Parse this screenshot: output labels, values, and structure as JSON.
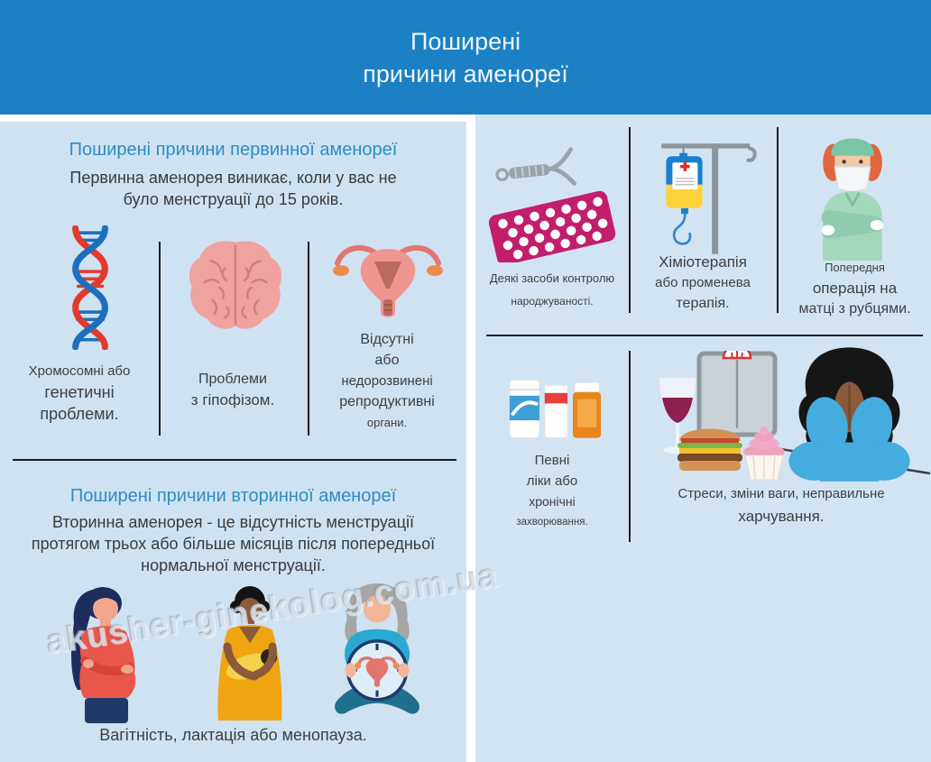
{
  "title": {
    "line1": "Поширені",
    "line2": "причини аменореї"
  },
  "primary_section": {
    "heading": "Поширені причини первинної аменореї",
    "description_line1": "Первинна аменорея виникає, коли у вас не",
    "description_line2": "було менструації до 15 років.",
    "causes": [
      {
        "icon": "dna-icon",
        "lines": [
          "Хромосомні або",
          "генетичні",
          "проблеми."
        ]
      },
      {
        "icon": "brain-icon",
        "lines": [
          "Проблеми",
          "з гіпофізом."
        ]
      },
      {
        "icon": "uterus-icon",
        "lines": [
          "Відсутні",
          "або",
          "недорозвинені",
          "репродуктивні",
          "органи."
        ]
      }
    ]
  },
  "secondary_section": {
    "heading": "Поширені причини вторинної аменореї",
    "description_line1": "Вторинна аменорея - це відсутність менструації",
    "description_line2": "протягом трьох або більше місяців після попередньої",
    "description_line3": "нормальної менструації.",
    "figures": [
      "pregnant-woman-icon",
      "breastfeeding-woman-icon",
      "menopause-woman-icon"
    ],
    "caption": "Вагітність, лактація або менопауза."
  },
  "right_top_section": {
    "causes": [
      {
        "icon": "iud-and-pill-pack-icon",
        "lines": [
          "Деякі засоби контролю",
          "народжуваності."
        ]
      },
      {
        "icon": "iv-chemotherapy-icon",
        "lines": [
          "Хіміотерапія",
          "або променева",
          "терапія."
        ]
      },
      {
        "icon": "surgeon-icon",
        "lines": [
          "Попередня",
          "операція на",
          "матці з рубцями."
        ]
      }
    ]
  },
  "right_bottom_section": {
    "causes": [
      {
        "icon": "medicine-bottles-icon",
        "lines": [
          "Певні",
          "ліки або",
          "хронічні",
          "захворювання."
        ]
      },
      {
        "icon": "stress-weight-diet-icon",
        "lines": [
          "Стреси, зміни ваги, неправильне",
          "харчування."
        ]
      }
    ]
  },
  "watermark": "akusher-ginekolog.com.ua",
  "colors": {
    "header_blue": "#1b80c4",
    "heading_blue": "#2e8cc5",
    "panel_blue": "#cfe2f1",
    "text_dark": "#3f3f3f",
    "divider": "#1d1d1d"
  }
}
